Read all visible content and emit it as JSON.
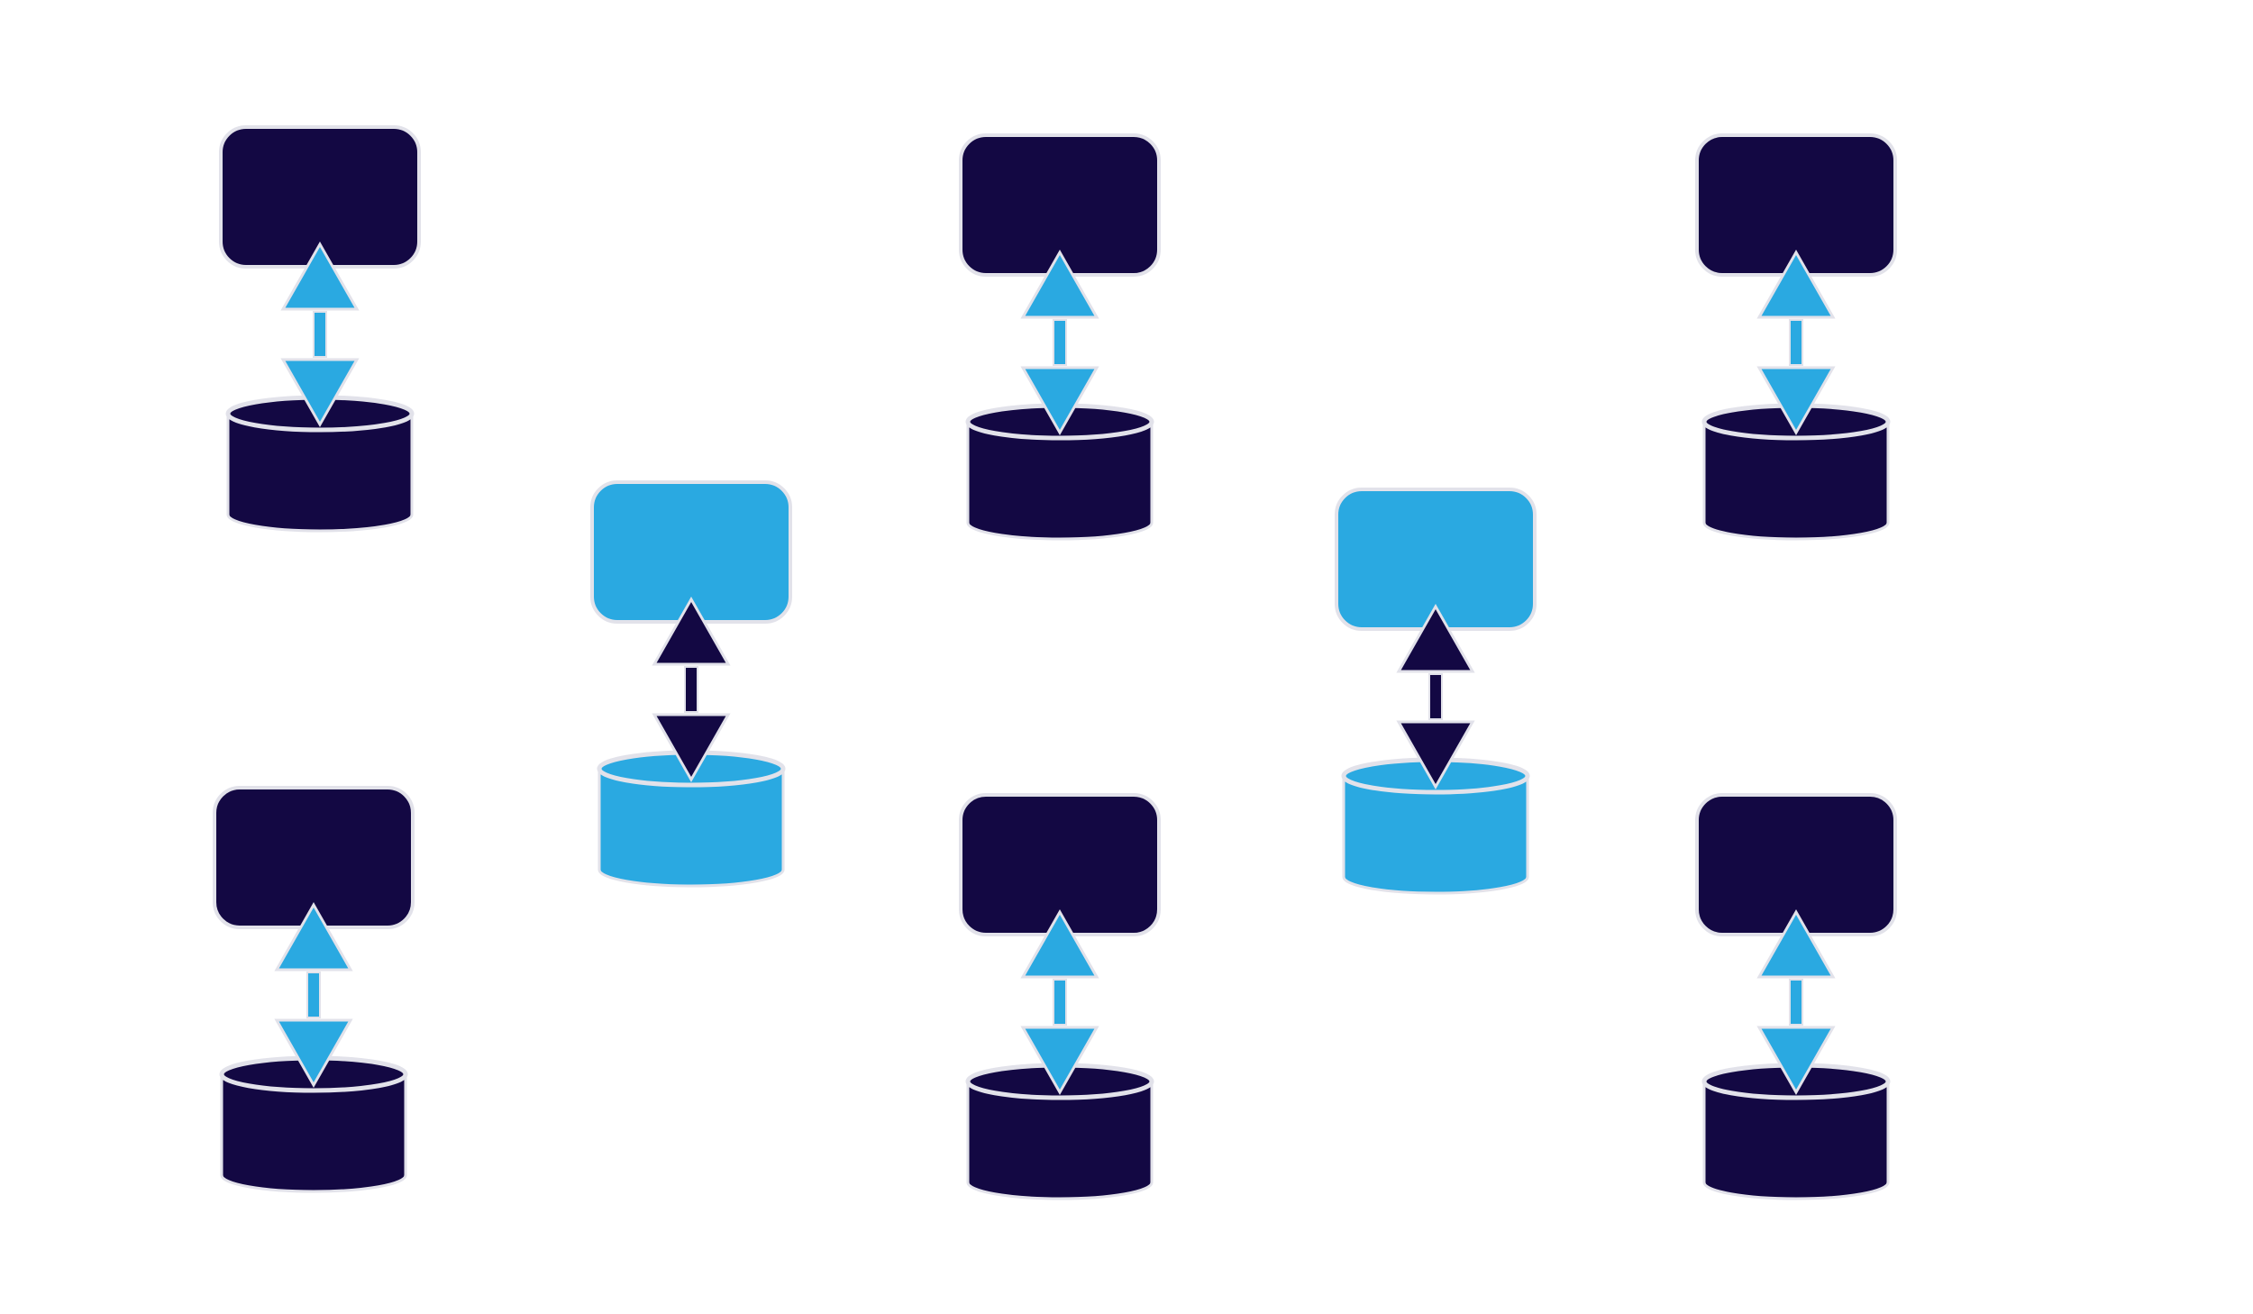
{
  "colors": {
    "background": "#ffffff",
    "dark": "#130843",
    "light": "#2aa9e1",
    "outline": "#e2e2ea"
  },
  "units": [
    {
      "id": "unit-1",
      "scheme": "dark"
    },
    {
      "id": "unit-2",
      "scheme": "light"
    },
    {
      "id": "unit-3",
      "scheme": "dark"
    },
    {
      "id": "unit-4",
      "scheme": "light"
    },
    {
      "id": "unit-5",
      "scheme": "dark"
    },
    {
      "id": "unit-6",
      "scheme": "dark"
    },
    {
      "id": "unit-7",
      "scheme": "dark"
    },
    {
      "id": "unit-8",
      "scheme": "dark"
    }
  ]
}
